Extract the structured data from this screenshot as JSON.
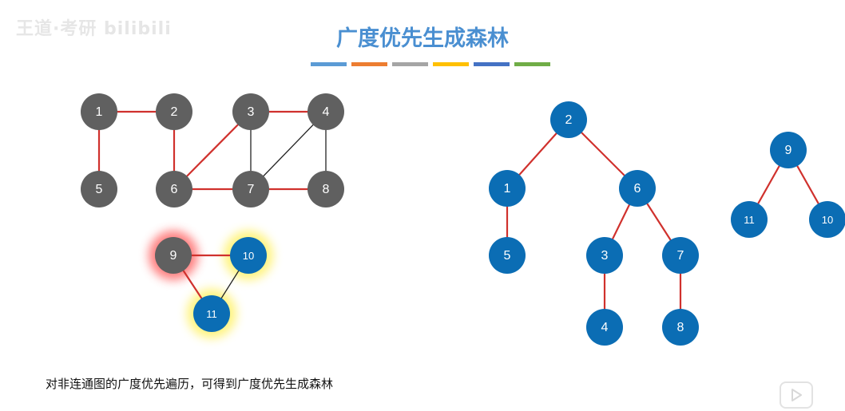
{
  "watermark": "王道·考研 bilibili",
  "title": "广度优先生成森林",
  "title_color": "#4a8fd1",
  "color_bar": [
    "#5b9bd5",
    "#ed7d31",
    "#a5a5a5",
    "#ffc000",
    "#4472c4",
    "#70ad47"
  ],
  "caption": "对非连通图的广度优先遍历，可得到广度优先生成森林",
  "colors": {
    "gray_node": "#606060",
    "blue_node": "#0b6db4",
    "red_edge": "#d0312d",
    "black_edge": "#222222",
    "red_glow": "#ff6b6b",
    "yellow_glow": "#fff26b"
  },
  "graph": {
    "nodes": [
      {
        "id": "1",
        "label": "1",
        "color": "gray"
      },
      {
        "id": "2",
        "label": "2",
        "color": "gray"
      },
      {
        "id": "3",
        "label": "3",
        "color": "gray"
      },
      {
        "id": "4",
        "label": "4",
        "color": "gray"
      },
      {
        "id": "5",
        "label": "5",
        "color": "gray"
      },
      {
        "id": "6",
        "label": "6",
        "color": "gray"
      },
      {
        "id": "7",
        "label": "7",
        "color": "gray"
      },
      {
        "id": "8",
        "label": "8",
        "color": "gray"
      },
      {
        "id": "9",
        "label": "9",
        "color": "gray",
        "glow": "red"
      },
      {
        "id": "10",
        "label": "10",
        "color": "blue",
        "glow": "yellow"
      },
      {
        "id": "11",
        "label": "11",
        "color": "blue",
        "glow": "yellow"
      }
    ],
    "edges": [
      {
        "from": "1",
        "to": "2",
        "style": "red"
      },
      {
        "from": "1",
        "to": "5",
        "style": "red"
      },
      {
        "from": "2",
        "to": "6",
        "style": "red"
      },
      {
        "from": "3",
        "to": "4",
        "style": "red"
      },
      {
        "from": "3",
        "to": "6",
        "style": "red"
      },
      {
        "from": "3",
        "to": "7",
        "style": "black"
      },
      {
        "from": "4",
        "to": "7",
        "style": "black"
      },
      {
        "from": "4",
        "to": "8",
        "style": "black"
      },
      {
        "from": "6",
        "to": "7",
        "style": "red"
      },
      {
        "from": "7",
        "to": "8",
        "style": "red"
      },
      {
        "from": "9",
        "to": "10",
        "style": "red"
      },
      {
        "from": "9",
        "to": "11",
        "style": "red"
      },
      {
        "from": "10",
        "to": "11",
        "style": "black"
      }
    ]
  },
  "forest": {
    "trees": [
      {
        "root": "2",
        "nodes": [
          "2",
          "1",
          "6",
          "5",
          "3",
          "7",
          "4",
          "8"
        ],
        "edges": [
          [
            "2",
            "1"
          ],
          [
            "2",
            "6"
          ],
          [
            "1",
            "5"
          ],
          [
            "6",
            "3"
          ],
          [
            "6",
            "7"
          ],
          [
            "3",
            "4"
          ],
          [
            "7",
            "8"
          ]
        ]
      },
      {
        "root": "9",
        "nodes": [
          "9",
          "11",
          "10"
        ],
        "edges": [
          [
            "9",
            "11"
          ],
          [
            "9",
            "10"
          ]
        ]
      }
    ]
  },
  "play_icon": "play-icon"
}
